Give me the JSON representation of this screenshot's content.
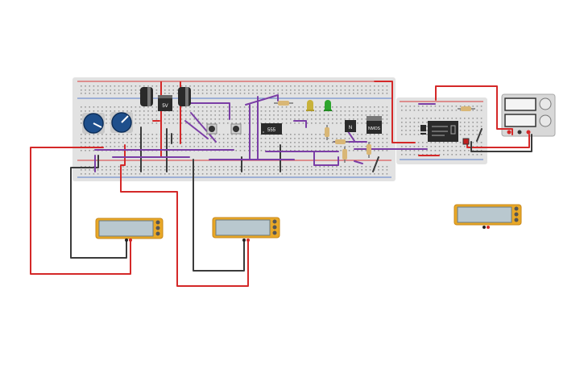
{
  "components": {
    "regulator_label": "5V",
    "timer_ic_label": "555",
    "npn_label": "N",
    "nmos_label": "NMOS"
  },
  "colors": {
    "breadboard": "#e2e2e2",
    "wire_red": "#d42828",
    "wire_black": "#3b3b3b",
    "wire_purple": "#7b3ea6",
    "multimeter": "#e9a826",
    "potentiometer": "#1e4f8c",
    "led_yellow": "#c8b23a",
    "led_green": "#2ea52e"
  },
  "icons": [
    "potentiometer-icon",
    "capacitor-icon",
    "pushbutton-icon",
    "led-icon",
    "resistor-icon",
    "relay-icon",
    "power-supply-icon",
    "multimeter-icon"
  ]
}
